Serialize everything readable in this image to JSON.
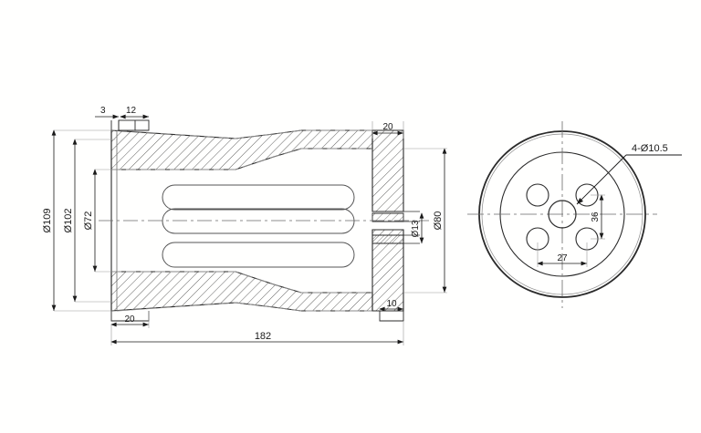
{
  "drawing": {
    "title": "Mechanical part technical drawing - sectional view and end view",
    "background_color": "#fffffe",
    "line_color": "#2b2b2b",
    "hatch_color": "#3a3a3a",
    "centerline_color": "#6a6a6a"
  },
  "section_view": {
    "name": "longitudinal-section-view",
    "dimensions": {
      "top_left_small": "3",
      "top_left_second": "12",
      "diameter_outer": "Ø109",
      "diameter_middle": "Ø102",
      "diameter_inner": "Ø72",
      "flange_width": "20",
      "bore_diameter": "Ø13",
      "flange_diameter": "Ø80",
      "step_right": "10",
      "step_left": "20",
      "overall_length": "182"
    }
  },
  "end_view": {
    "name": "circular-end-view",
    "dimensions": {
      "bolt_hole_callout": "4-Ø10.5",
      "bolt_spacing_horizontal": "27",
      "bolt_spacing_vertical": "36"
    },
    "features": {
      "outer_circle": "outer-flange-circle",
      "inner_circle": "inner-bolt-circle",
      "center_hole": "center-bore-hole",
      "bolt_holes_count": 4
    }
  }
}
